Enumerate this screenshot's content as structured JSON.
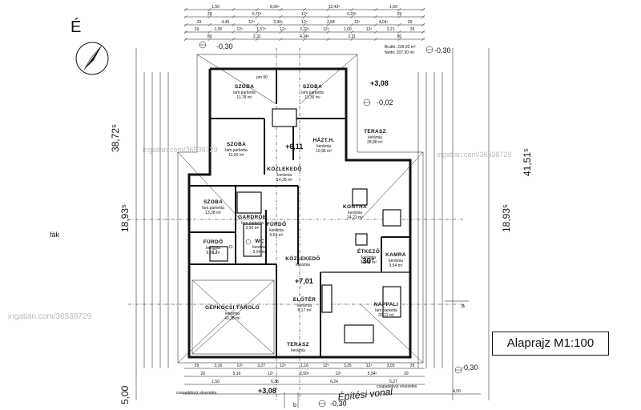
{
  "compass": {
    "label": "É"
  },
  "levels": {
    "nw": "-0,30",
    "ne": "-0,30",
    "se": "-0,30",
    "bottom_center": "-0,30",
    "terrace_top": "+3,08",
    "terrace_top_sub": "-0,02",
    "entry": "+7,01",
    "hall_mark": "+6,11",
    "bottom_left": "+3,08"
  },
  "area_summary": {
    "brutto": "Bruttó: 239,93 m²",
    "netto": "Nettó: 207,30 m²"
  },
  "side_dims": {
    "left_total": "38,72⁵",
    "left_lower": "18,93⁵",
    "left_bottom": "5,00",
    "right_total": "41,51⁵",
    "right_lower": "18,93⁵"
  },
  "rooms": [
    {
      "name": "SZOBA",
      "floor": "lam.parketta",
      "area": "11,78 m²"
    },
    {
      "name": "SZOBA",
      "floor": "lam.parketta",
      "area": "11,35 m²"
    },
    {
      "name": "SZOBA",
      "floor": "lam.parketta",
      "area": "11,50 m²"
    },
    {
      "name": "HÁZT.H.",
      "floor": "kerámia",
      "area": "10,96 m²"
    },
    {
      "name": "TERASZ",
      "floor": "kerámia",
      "area": "28,88 m²"
    },
    {
      "name": "KÖZLEKEDŐ",
      "floor": "kerámia",
      "area": "14,28 m²"
    },
    {
      "name": "SZOBA",
      "floor": "lam.parketta",
      "area": "13,28 m²"
    },
    {
      "name": "GARDRÓB",
      "floor": "lam.parketta",
      "area": "3,92 m²"
    },
    {
      "name": "FÜRDŐ",
      "floor": "kerámia",
      "area": "6,64 m²"
    },
    {
      "name": "FÜRDŐ",
      "floor": "kerámia",
      "area": "5,59 m²"
    },
    {
      "name": "WC",
      "floor": "kerámia",
      "area": "3,04 m²"
    },
    {
      "name": "KÖZLEKEDŐ",
      "floor": "kerámia",
      "area": ""
    },
    {
      "name": "KONYHA",
      "floor": "kerámia",
      "area": "24,22 m²"
    },
    {
      "name": "ÉTKEZŐ",
      "floor": "kerámia",
      "area": "10,66 m²"
    },
    {
      "name": "KAMRA",
      "floor": "kerámia",
      "area": "3,54 m²"
    },
    {
      "name": "GÉPKOCSI TÁROLÓ",
      "floor": "kerámia",
      "area": "43,38 m²"
    },
    {
      "name": "ELŐTÉR",
      "floor": "kerámia",
      "area": "6,17 m²"
    },
    {
      "name": "NAPPALI",
      "floor": "lam.parketta",
      "area": "30,12 m²"
    },
    {
      "name": "TERASZ",
      "floor": "kerámia",
      "area": ""
    }
  ],
  "misc": {
    "angle": "30°",
    "tree": "fák",
    "building_line": "Építési vonal",
    "drain": "csapadékvíz elvezetés",
    "drain2": "csapadékvíz elvezetés",
    "section_a": "a",
    "section_b": "b",
    "stair": "pm 90"
  },
  "watermarks": [
    "ingatlan.com/36538729",
    "ingatlan.com/36538729",
    "ingatlan.com/36538729"
  ],
  "top_dims": {
    "row1": [
      "1,50",
      "8,96⁵",
      "13,43⁵",
      "1,50"
    ],
    "row2": [
      "29",
      "5,70⁵",
      "12⁵",
      "6,23⁵",
      "29"
    ],
    "row3": [
      "29",
      "4,49",
      "12⁵",
      "2,30⁵",
      "12⁵",
      "2,84",
      "12⁵",
      "4,04⁵",
      "29"
    ],
    "row4": [
      "29",
      "1,05",
      "12⁵",
      "1,57⁵",
      "12⁵",
      "2,22⁵",
      "12⁵",
      "1,00",
      "12⁵",
      "2,21",
      "29"
    ],
    "row5": [
      "80",
      "2,31",
      "4,34⁵",
      "2,31",
      "80"
    ]
  },
  "bottom_dims": {
    "row1": [
      "29",
      "3,16",
      "12⁵",
      "3,27",
      "12⁵",
      "1,16",
      "12⁵",
      "3,25",
      "12⁵",
      "3,03",
      "29"
    ],
    "row2": [
      "29",
      "5,16",
      "12⁵",
      "2,50⁵",
      "12⁵",
      "5,34⁵",
      "29"
    ],
    "row3": [
      "1,50",
      "6,36",
      "6,24",
      "5,27"
    ],
    "row4": [
      "4,50"
    ]
  },
  "title": "Alaprajz M1:100"
}
